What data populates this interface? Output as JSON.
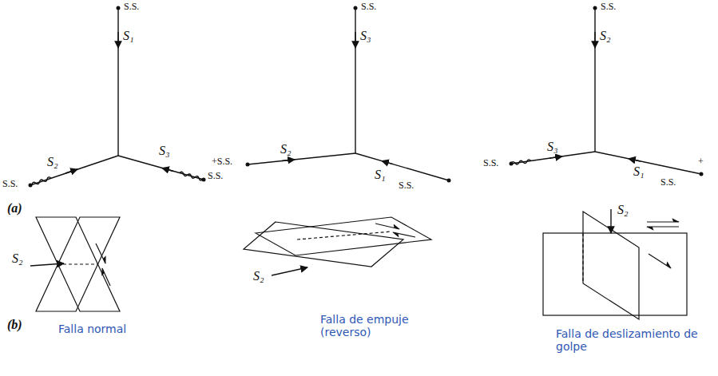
{
  "diagram": {
    "labels": [
      "S.S.",
      "S₁",
      "S.S.",
      "S₂",
      "S₃",
      "S.S.",
      "S.S.",
      "S₃",
      "+S.S.",
      "S₂",
      "S₁",
      "S.S.",
      "S.S.",
      "S₂",
      "S.S.",
      "S₃",
      "S₁",
      "S.S.",
      "+",
      "(a)",
      "S₂",
      "S₂",
      "S₂",
      "(b)",
      "Falla normal",
      "Falla de empuje (reverso)",
      "Falla de deslizamiento de golpe"
    ]
  }
}
